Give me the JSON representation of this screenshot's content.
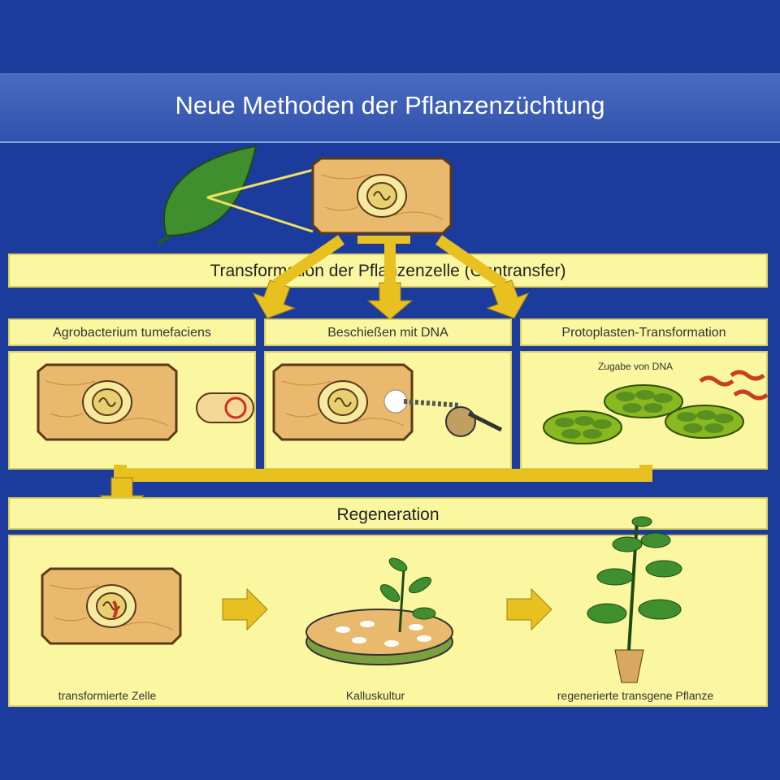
{
  "title": "Neue Methoden der Pflanzenzüchtung",
  "transformation_bar": "Transformation der Pflanzenzelle (Gentransfer)",
  "methods": [
    {
      "label": "Agrobacterium tumefaciens"
    },
    {
      "label": "Beschießen mit DNA"
    },
    {
      "label": "Protoplasten-Transformation",
      "note": "Zugabe von DNA"
    }
  ],
  "regeneration_bar": "Regeneration",
  "steps": [
    {
      "label": "transformierte Zelle"
    },
    {
      "label": "Kalluskultur"
    },
    {
      "label": "regenerierte transgene Pflanze"
    }
  ],
  "colors": {
    "background": "#1b3c9c",
    "panel": "#fbf7a0",
    "arrow": "#e8c020",
    "cell": "#e8b870",
    "leaf": "#3f8f2f"
  }
}
